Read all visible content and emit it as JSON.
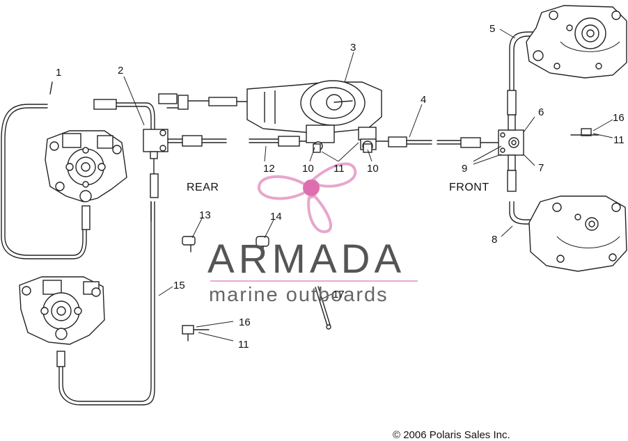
{
  "diagram": {
    "callouts": {
      "c1": "1",
      "c2": "2",
      "c3": "3",
      "c4": "4",
      "c5": "5",
      "c6": "6",
      "c7": "7",
      "c8": "8",
      "c9": "9",
      "c10a": "10",
      "c10b": "10",
      "c11a": "11",
      "c11b": "11",
      "c11c": "11",
      "c12": "12",
      "c13": "13",
      "c14": "14",
      "c15": "15",
      "c16a": "16",
      "c16b": "16",
      "c17": "17"
    },
    "labels": {
      "rear": "REAR",
      "front": "FRONT"
    },
    "copyright": "© 2006 Polaris Sales Inc."
  },
  "watermark": {
    "title": "ARMADA",
    "subtitle": "marine outboards",
    "colors": {
      "propeller": "#e8a6cc",
      "hub": "#dd6fb0",
      "divider": "#e9a9cf",
      "text": "#555555"
    }
  }
}
